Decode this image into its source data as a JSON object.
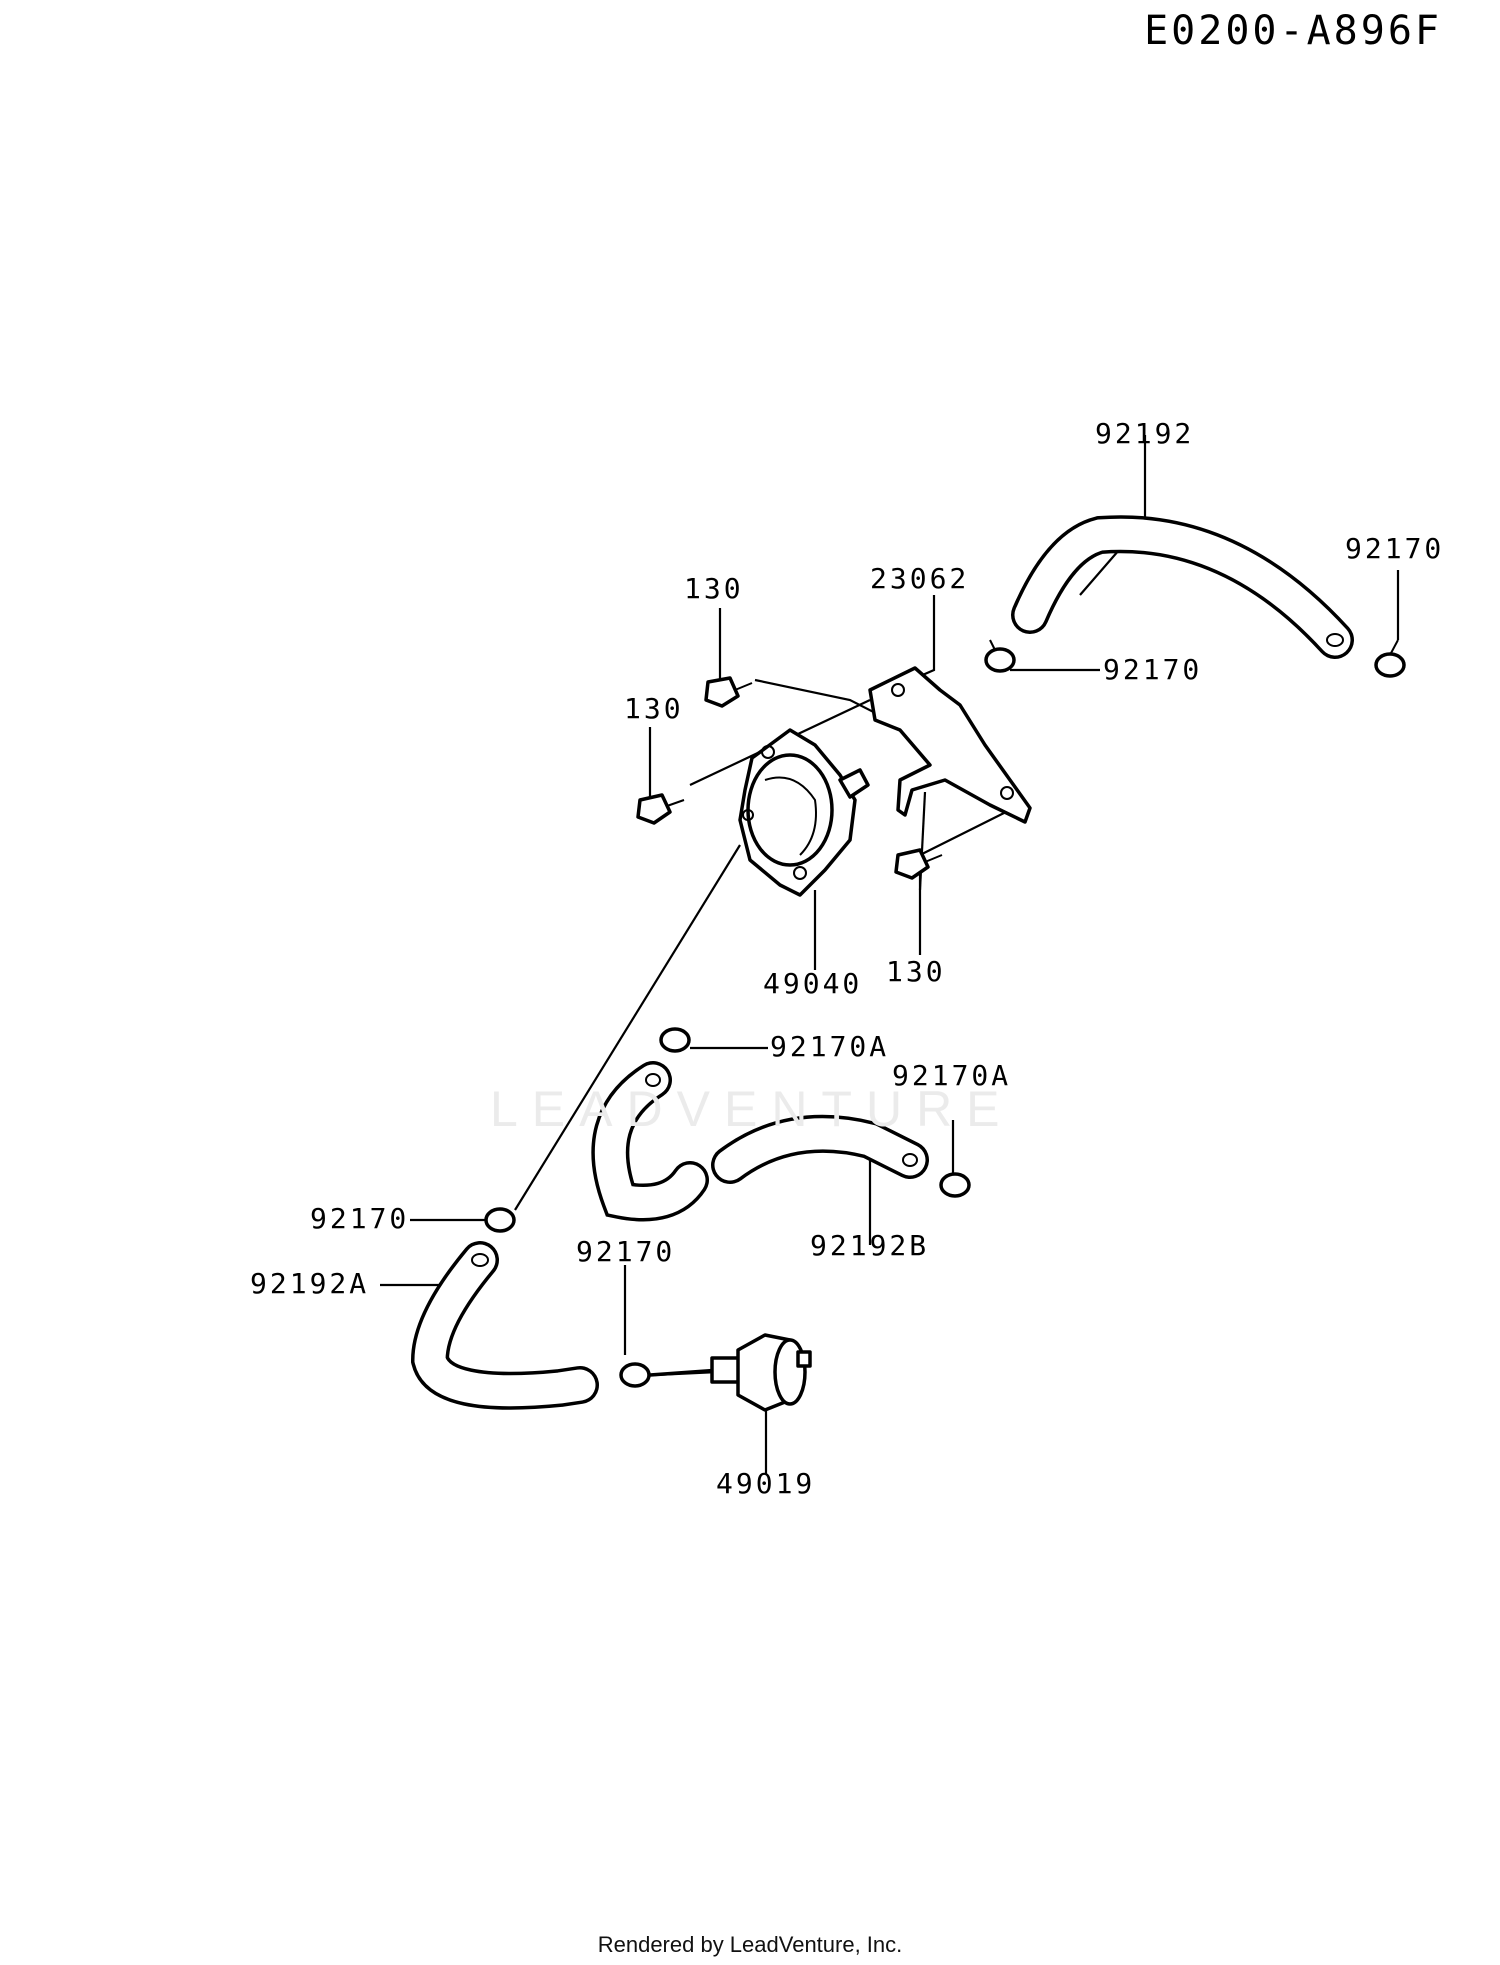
{
  "diagram": {
    "code": "E0200-A896F",
    "watermark": "LEADVENTURE",
    "footer": "Rendered by LeadVenture, Inc.",
    "labels": {
      "p92192": "92192",
      "p92170_top": "92170",
      "p23062": "23062",
      "p92170_mid": "92170",
      "p130_a": "130",
      "p130_b": "130",
      "p130_c": "130",
      "p49040": "49040",
      "p92170A_a": "92170A",
      "p92170A_b": "92170A",
      "p92170_left": "92170",
      "p92192A": "92192A",
      "p92170_low": "92170",
      "p92192B": "92192B",
      "p49019": "49019"
    }
  }
}
